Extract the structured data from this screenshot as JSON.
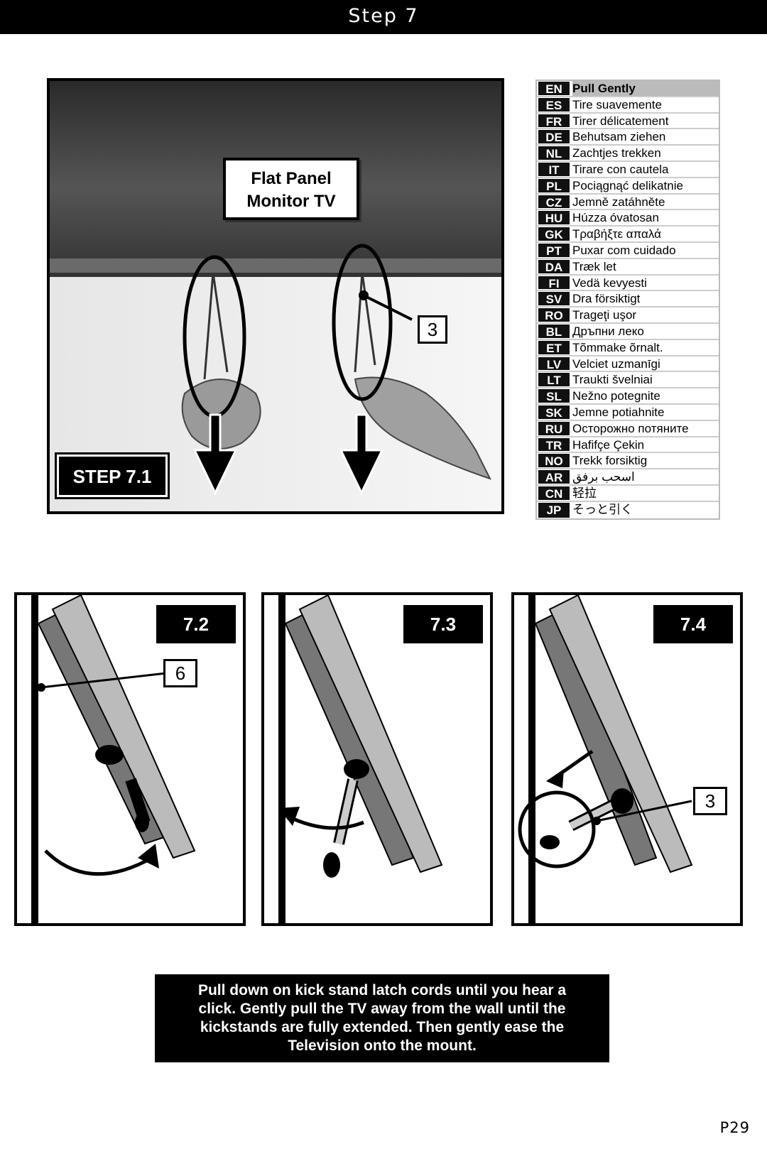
{
  "header": {
    "title": "Step 7"
  },
  "photo": {
    "tv_label_line1": "Flat Panel",
    "tv_label_line2": "Monitor TV",
    "callout_number": "3",
    "step_label": "STEP 7.1"
  },
  "languages": [
    {
      "code": "EN",
      "text": "Pull Gently"
    },
    {
      "code": "ES",
      "text": "Tire suavemente"
    },
    {
      "code": "FR",
      "text": "Tirer délicatement"
    },
    {
      "code": "DE",
      "text": "Behutsam ziehen"
    },
    {
      "code": "NL",
      "text": "Zachtjes trekken"
    },
    {
      "code": "IT",
      "text": "Tirare con cautela"
    },
    {
      "code": "PL",
      "text": "Pociągnąć delikatnie"
    },
    {
      "code": "CZ",
      "text": "Jemně zatáhněte"
    },
    {
      "code": "HU",
      "text": "Húzza óvatosan"
    },
    {
      "code": "GK",
      "text": "Τραβήξτε απαλά"
    },
    {
      "code": "PT",
      "text": "Puxar com cuidado"
    },
    {
      "code": "DA",
      "text": "Træk let"
    },
    {
      "code": "FI",
      "text": "Vedä kevyesti"
    },
    {
      "code": "SV",
      "text": "Dra försiktigt"
    },
    {
      "code": "RO",
      "text": "Trageţi uşor"
    },
    {
      "code": "BL",
      "text": "Дръпни леко"
    },
    {
      "code": "ET",
      "text": "Tõmmake õrnalt."
    },
    {
      "code": "LV",
      "text": "Velciet uzmanīgi"
    },
    {
      "code": "LT",
      "text": "Traukti švelniai"
    },
    {
      "code": "SL",
      "text": "Nežno potegnite"
    },
    {
      "code": "SK",
      "text": "Jemne potiahnite"
    },
    {
      "code": "RU",
      "text": "Осторожно потяните"
    },
    {
      "code": "TR",
      "text": "Hafifçe Çekin"
    },
    {
      "code": "NO",
      "text": "Trekk forsiktig"
    },
    {
      "code": "AR",
      "text": "اسحب برفق"
    },
    {
      "code": "CN",
      "text": "轻拉"
    },
    {
      "code": "JP",
      "text": "そっと引く"
    }
  ],
  "panels": [
    {
      "label": "7.2",
      "callout": "6"
    },
    {
      "label": "7.3"
    },
    {
      "label": "7.4",
      "callout": "3"
    }
  ],
  "instruction": {
    "line1": "Pull down on kick stand latch cords until you hear a",
    "line2": "click.  Gently pull the TV away from the wall until the",
    "line3": "kickstands are fully extended.   Then gently ease the",
    "line4": "Television onto the mount."
  },
  "page_number": "P29"
}
